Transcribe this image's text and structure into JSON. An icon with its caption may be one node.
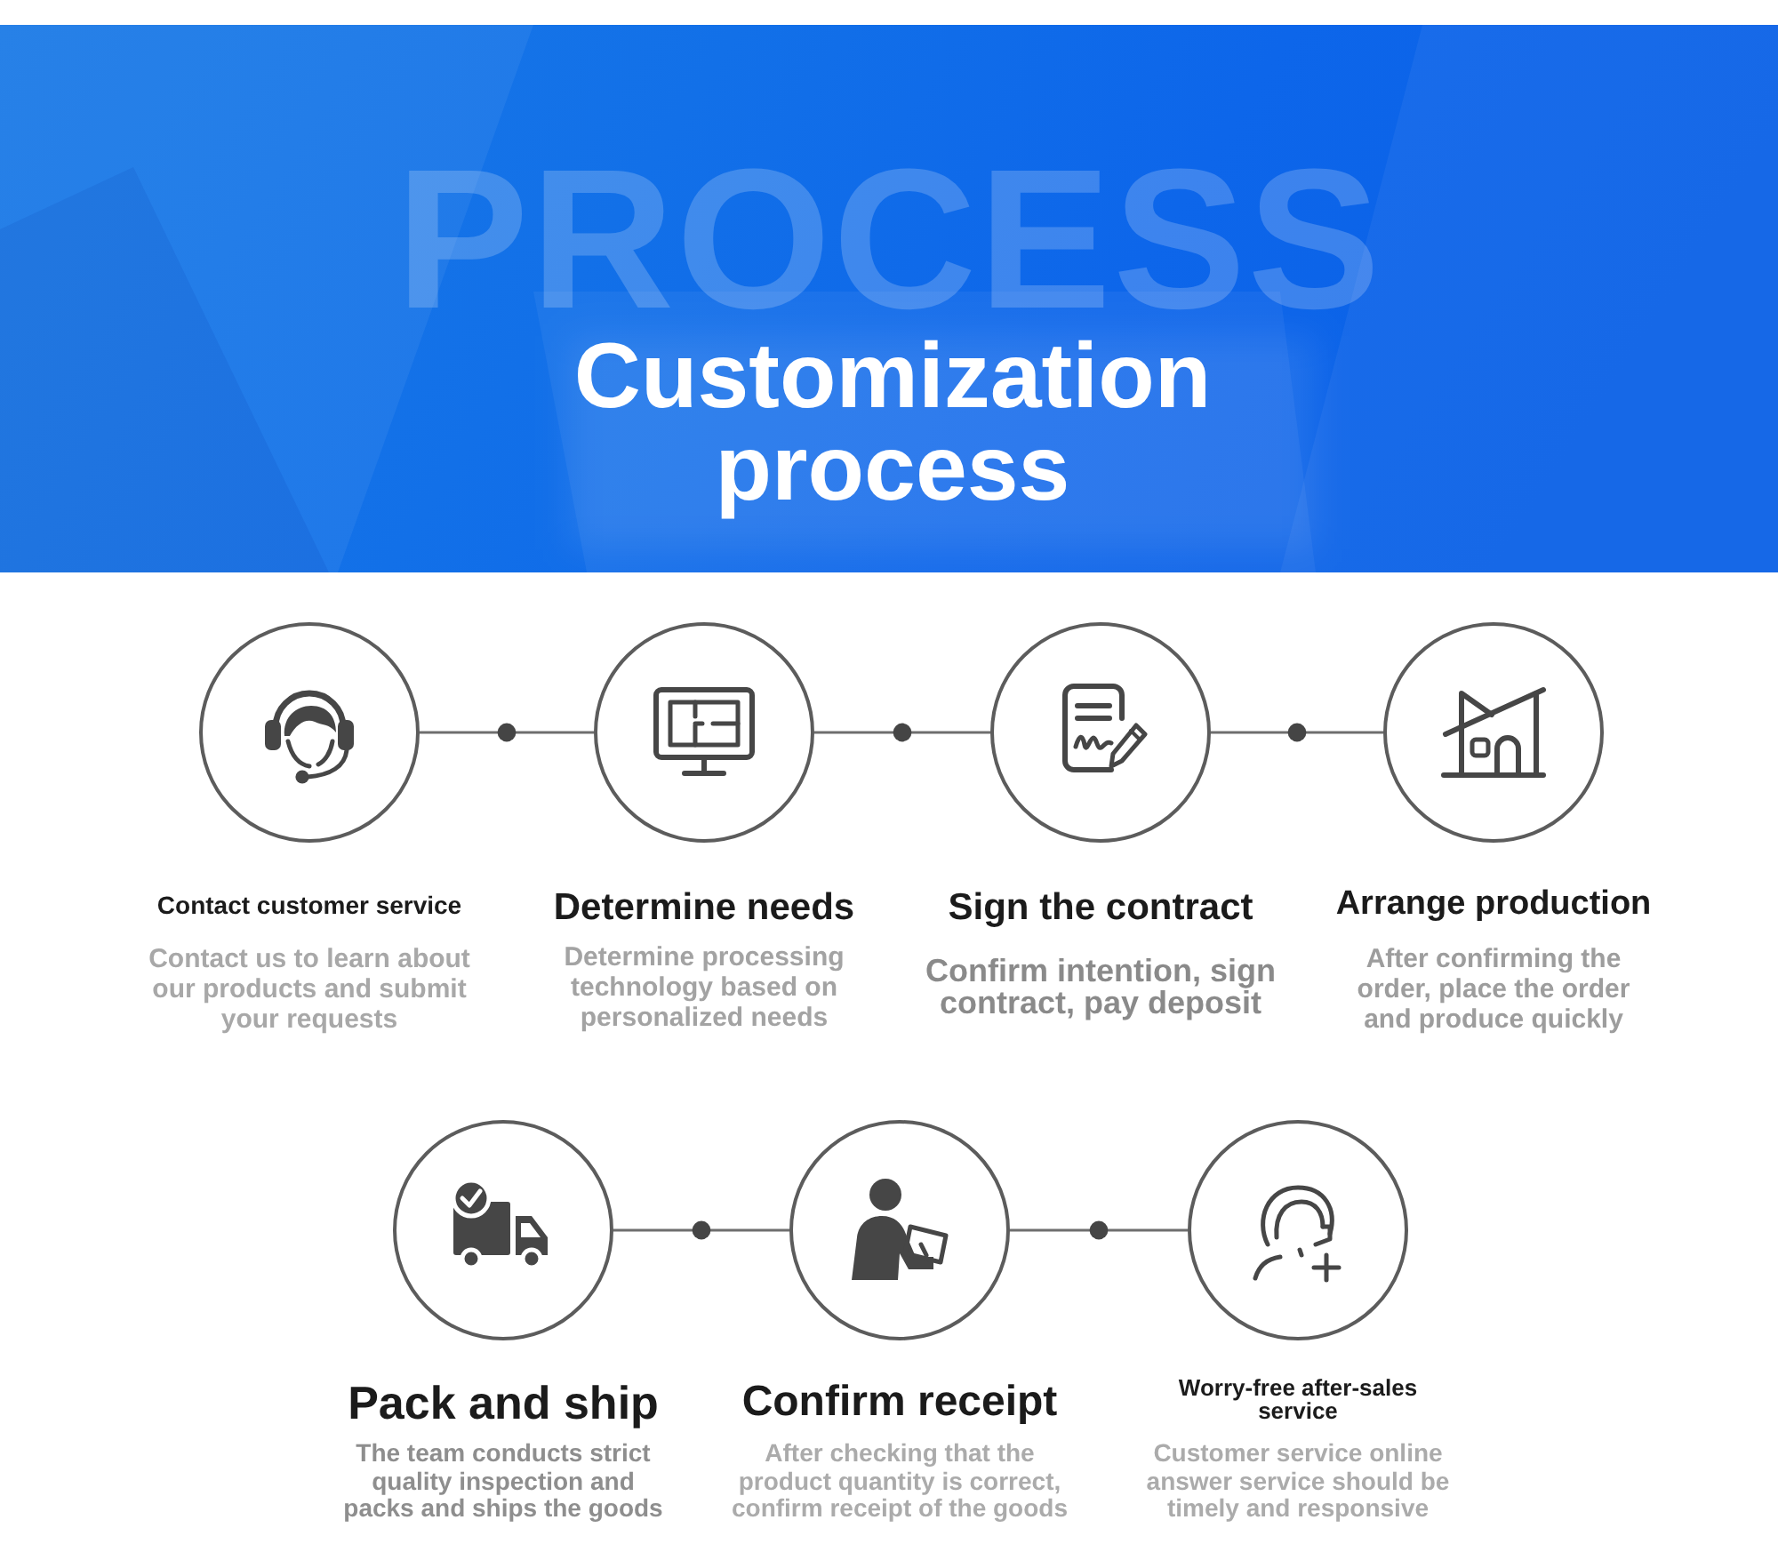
{
  "diagram": {
    "title": "Customization process",
    "nodes": [
      {
        "text": [
          "Contact customer service",
          "Contact us to learn about our products and submit your requests"
        ]
      },
      {
        "text": [
          "Determine needs",
          "Determine processing technology based on personalized needs"
        ]
      },
      {
        "text": [
          "Sign the contract",
          "Confirm intention, sign contract, pay deposit"
        ]
      },
      {
        "text": [
          "Arrange production",
          "After confirming the order, place the order and produce quickly"
        ]
      },
      {
        "text": [
          "Pack and ship",
          "The team conducts strict quality inspection and packs and ships the goods"
        ]
      },
      {
        "text": [
          "Confirm receipt",
          "After checking that the product quantity is correct, confirm receipt of the goods"
        ]
      },
      {
        "text": [
          "Worry-free after-sales service",
          "Customer service online answer service should be timely and responsive"
        ]
      }
    ],
    "edges": [
      {
        "from": 0,
        "to": 1,
        "arrow": "none"
      },
      {
        "from": 1,
        "to": 2,
        "arrow": "none"
      },
      {
        "from": 2,
        "to": 3,
        "arrow": "none"
      },
      {
        "from": 4,
        "to": 5,
        "arrow": "none"
      },
      {
        "from": 5,
        "to": 6,
        "arrow": "none"
      }
    ],
    "labels": [
      "PROCESS"
    ]
  }
}
